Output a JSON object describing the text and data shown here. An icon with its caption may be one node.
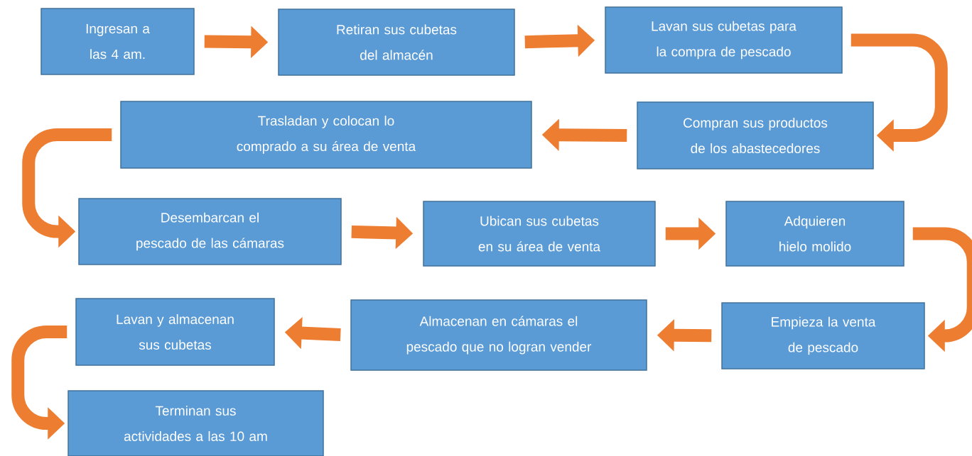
{
  "diagram": {
    "nodes": [
      {
        "text": [
          "Ingresan a las 4 am."
        ]
      },
      {
        "text": [
          "Retiran sus cubetas del almacén"
        ]
      },
      {
        "text": [
          "Lavan sus cubetas para la compra de pescado"
        ]
      },
      {
        "text": [
          "Compran sus productos de los abastecedores"
        ]
      },
      {
        "text": [
          "Trasladan y colocan lo comprado a su área de venta"
        ]
      },
      {
        "text": [
          "Desembarcan el pescado de las cámaras"
        ]
      },
      {
        "text": [
          "Ubican sus cubetas en su área de venta"
        ]
      },
      {
        "text": [
          "Adquieren hielo molido"
        ]
      },
      {
        "text": [
          "Empieza la venta de pescado"
        ]
      },
      {
        "text": [
          "Almacenan en cámaras el pescado que no logran vender"
        ]
      },
      {
        "text": [
          "Lavan y almacenan sus cubetas"
        ]
      },
      {
        "text": [
          "Terminan sus actividades a las 10 am"
        ]
      }
    ],
    "edges": [
      {
        "from": 0,
        "to": 1,
        "arrow": "to"
      },
      {
        "from": 1,
        "to": 2,
        "arrow": "to"
      },
      {
        "from": 2,
        "to": 3,
        "arrow": "to"
      },
      {
        "from": 3,
        "to": 4,
        "arrow": "to"
      },
      {
        "from": 4,
        "to": 5,
        "arrow": "to"
      },
      {
        "from": 5,
        "to": 6,
        "arrow": "to"
      },
      {
        "from": 6,
        "to": 7,
        "arrow": "to"
      },
      {
        "from": 7,
        "to": 8,
        "arrow": "to"
      },
      {
        "from": 8,
        "to": 9,
        "arrow": "to"
      },
      {
        "from": 9,
        "to": 10,
        "arrow": "to"
      },
      {
        "from": 10,
        "to": 11,
        "arrow": "to"
      }
    ]
  }
}
